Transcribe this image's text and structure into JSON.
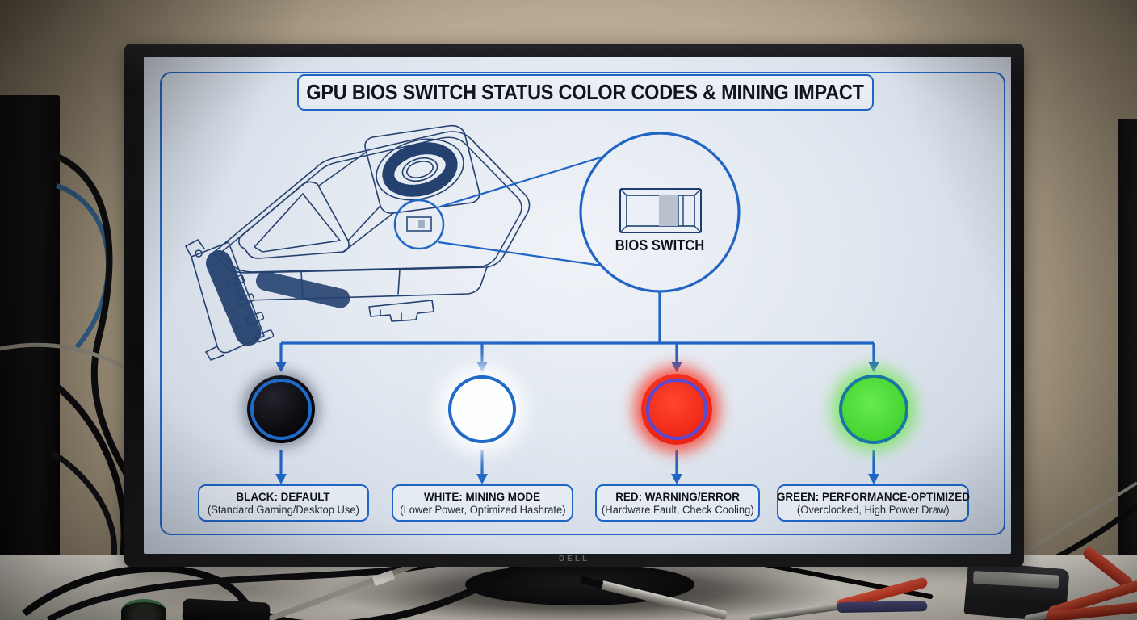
{
  "scene": {
    "monitor_brand": "DELL"
  },
  "diagram": {
    "title": "GPU BIOS SWITCH STATUS COLOR CODES & MINING IMPACT",
    "magnifier_label": "BIOS SWITCH",
    "accent_color": "#2064c4",
    "line_art_color": "#25416f",
    "statuses": [
      {
        "name": "black",
        "color": "#0a0a0e",
        "heading": "BLACK: DEFAULT",
        "detail": "(Standard Gaming/Desktop Use)"
      },
      {
        "name": "white",
        "color": "#fcfeff",
        "heading": "WHITE: MINING MODE",
        "detail": "(Lower Power, Optimized Hashrate)"
      },
      {
        "name": "red",
        "color": "#ec2314",
        "heading": "RED: WARNING/ERROR",
        "detail": "(Hardware Fault, Check Cooling)"
      },
      {
        "name": "green",
        "color": "#43d32f",
        "heading": "GREEN: PERFORMANCE-OPTIMIZED",
        "detail": "(Overclocked, High Power Draw)"
      }
    ]
  }
}
